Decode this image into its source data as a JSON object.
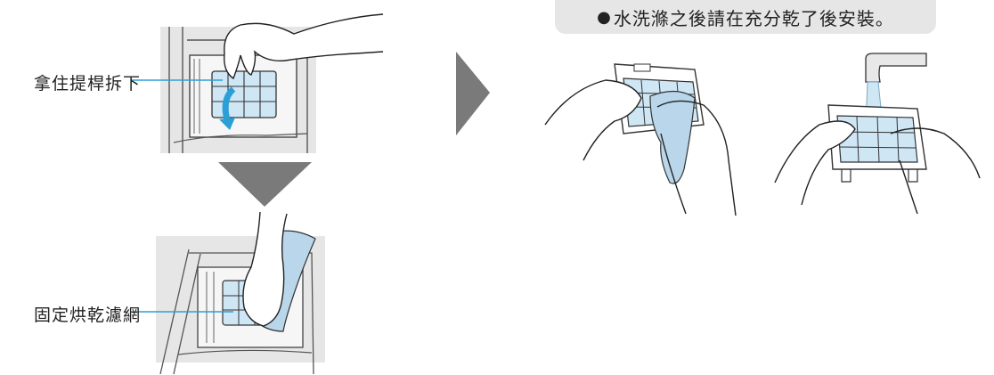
{
  "labels": {
    "remove_step": "拿住提桿拆下",
    "fix_step": "固定烘乾濾網"
  },
  "note": {
    "bullet": "●",
    "text": "水洗滌之後請在充分乾了後安裝。"
  },
  "colors": {
    "filter_blue": "#cfe6f5",
    "arrow_gray": "#7a7a7a",
    "panel_gray": "#e2e2e2",
    "accent_blue": "#2b9fd6",
    "cloth_blue": "#b9d6ea"
  }
}
